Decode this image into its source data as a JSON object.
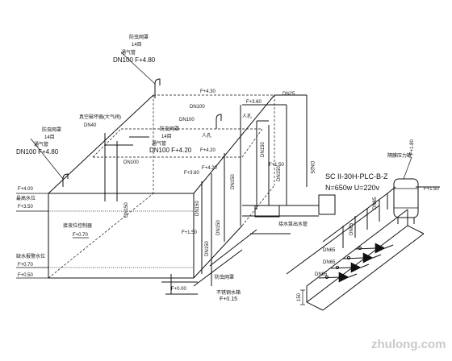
{
  "labels": {
    "vent_cap_left": "防虫网罩",
    "vent_14_left": "14目",
    "vent_pipe_left": "通气管",
    "vent_dn_left": "DN100 F+4.80",
    "vent_cap_top": "防虫网罩",
    "vent_14_top": "14目",
    "vent_pipe_top": "通气管",
    "vent_dn_top": "DN100 F+4.80",
    "vent_cap_mid": "防虫网罩",
    "vent_14_mid": "14目",
    "vent_pipe_mid": "通气管",
    "vent_dn_mid": "DN100 F+4.20",
    "vac_valve": "真空破坏器(大气阀)",
    "dn40": "DN40",
    "f430": "F+4.30",
    "f360a": "F+3.60",
    "dn25a": "DN25",
    "dn25b": "DN25",
    "dn100a": "DN100",
    "dn100b": "DN100",
    "dn100c": "DN100",
    "dn150a": "DN150",
    "dn150b": "DN150",
    "dn150c": "DN150",
    "dn150d": "DN150",
    "dn150e": "DN150",
    "dn150f": "DN150",
    "dn150g": "DN150",
    "f420a": "F+4.20",
    "f420b": "F+4.20",
    "f400": "F+4.00",
    "f360b": "F+3.60",
    "f350": "F+3.50",
    "f150a": "F+1.50",
    "f150b": "F+1.50",
    "f150c": "F+1.50",
    "f070a": "F+0.70",
    "f070b": "F+0.70",
    "f050": "F+0.50",
    "f000": "F+0.00",
    "f015": "F+0.15",
    "f180": "F+1.80",
    "rk_a": "人孔",
    "rk_b": "人孔",
    "max_level": "最高水位",
    "min_level": "缺水报警水位",
    "level_ctrl": "接液位控制器",
    "to_pipe": "接水泵出水管",
    "mesh_cap": "防虫网罩",
    "to_tank": "不锈钢水箱",
    "pump_model": "SC II-30H-PLC-B-Z",
    "pump_power": "N=650w U=220v",
    "pressure_tank": "隔膜压力罐",
    "dn65a": "DN65",
    "dn65b": "DN65",
    "dn65c": "DN65",
    "dn65d": "DN65",
    "dn65e": "DN65",
    "dim150": "150",
    "watermark": "zhulong.com"
  }
}
